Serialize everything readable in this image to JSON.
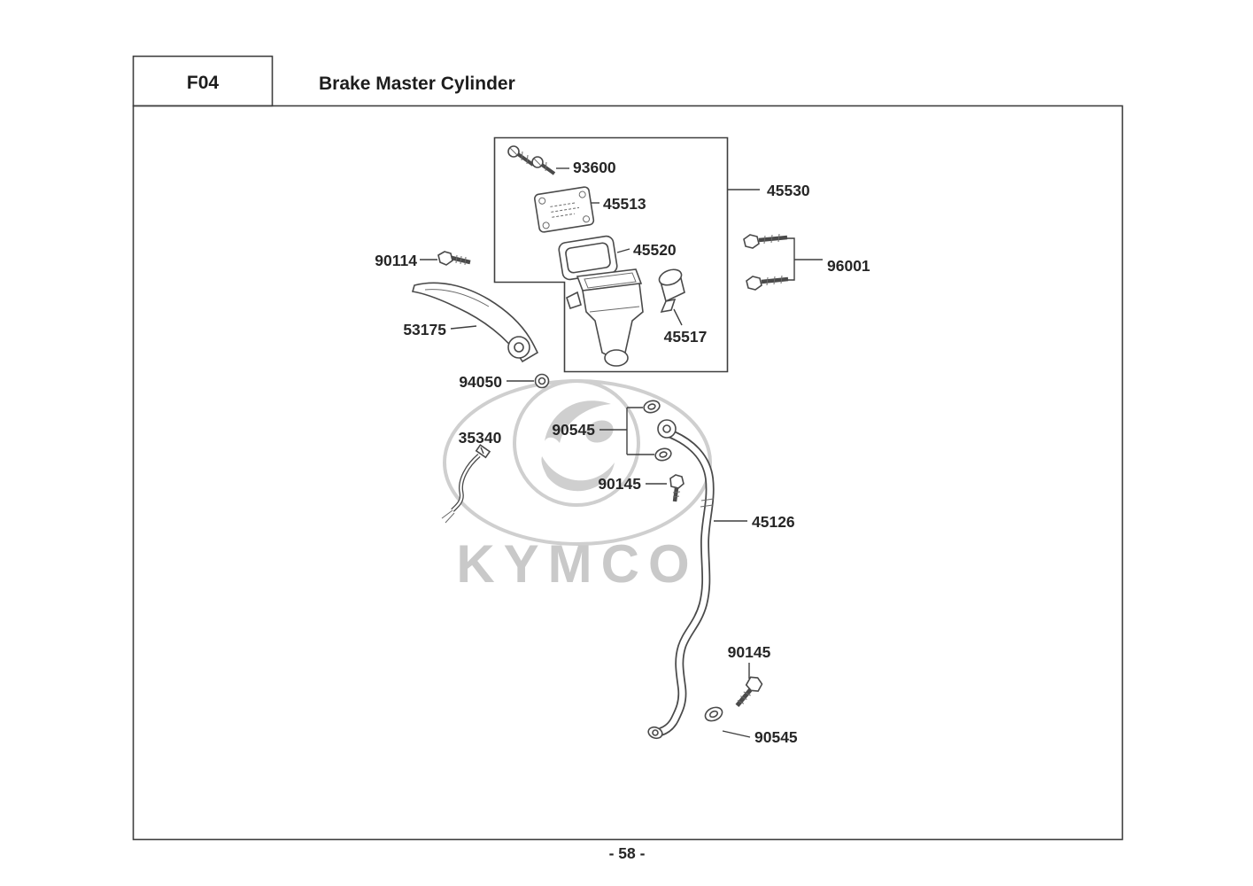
{
  "header": {
    "code": "F04",
    "title": "Brake Master Cylinder"
  },
  "footer": {
    "page_number": "- 58 -"
  },
  "watermark": {
    "brand": "KYMCO"
  },
  "colors": {
    "ink": "#262626",
    "line": "#4a4a4a",
    "watermark_gray": "#c9c9c9"
  },
  "parts": {
    "p93600": "93600",
    "p45513": "45513",
    "p45520": "45520",
    "p45530": "45530",
    "p90114": "90114",
    "p96001": "96001",
    "p53175": "53175",
    "p45517": "45517",
    "p94050": "94050",
    "p35340": "35340",
    "p90545_top": "90545",
    "p90145_mid": "90145",
    "p45126": "45126",
    "p90145_low": "90145",
    "p90545_low": "90545"
  }
}
